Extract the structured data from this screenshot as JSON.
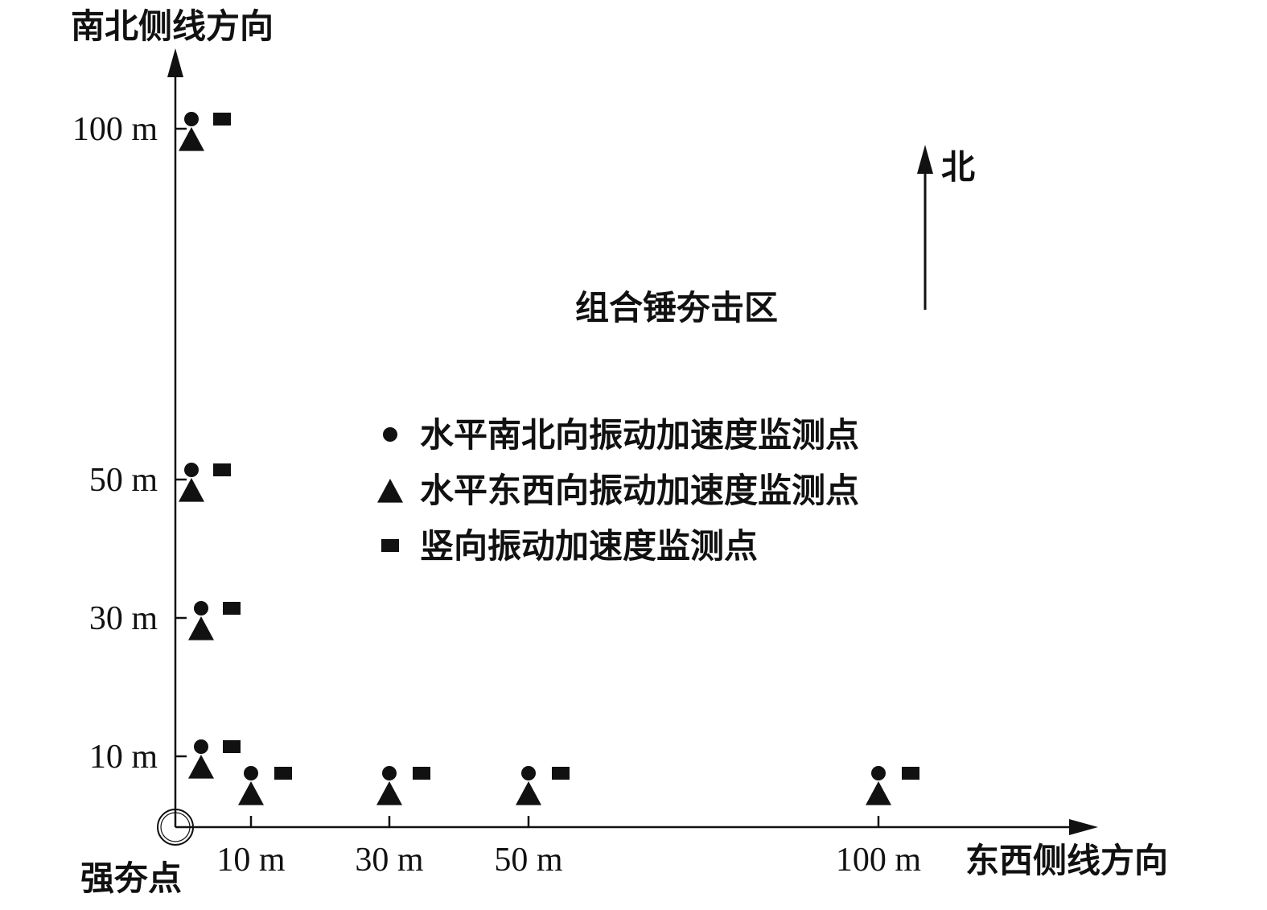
{
  "chart_data": {
    "type": "scatter",
    "title": "",
    "xlabel": "东西侧线方向",
    "ylabel": "南北侧线方向",
    "origin_label": "强夯点",
    "zone_label": "组合锤夯击区",
    "north_label": "北",
    "x_ticks": [
      {
        "value": 10,
        "label": "10 m"
      },
      {
        "value": 30,
        "label": "30 m"
      },
      {
        "value": 50,
        "label": "50 m"
      },
      {
        "value": 100,
        "label": "100 m"
      }
    ],
    "y_ticks": [
      {
        "value": 10,
        "label": "10 m"
      },
      {
        "value": 30,
        "label": "30 m"
      },
      {
        "value": 50,
        "label": "50 m"
      },
      {
        "value": 100,
        "label": "100 m"
      }
    ],
    "xlim": [
      0,
      132
    ],
    "ylim": [
      0,
      112
    ],
    "legend": {
      "placement": "center",
      "entries": [
        {
          "marker": "circle",
          "label": "水平南北向振动加速度监测点"
        },
        {
          "marker": "triangle",
          "label": "水平东西向振动加速度监测点"
        },
        {
          "marker": "square",
          "label": "竖向振动加速度监测点"
        }
      ]
    },
    "monitoring_points": [
      {
        "direction": "north-south",
        "distance": 10
      },
      {
        "direction": "north-south",
        "distance": 30
      },
      {
        "direction": "north-south",
        "distance": 50
      },
      {
        "direction": "north-south",
        "distance": 100
      },
      {
        "direction": "east-west",
        "distance": 10
      },
      {
        "direction": "east-west",
        "distance": 30
      },
      {
        "direction": "east-west",
        "distance": 50
      },
      {
        "direction": "east-west",
        "distance": 100
      }
    ]
  }
}
